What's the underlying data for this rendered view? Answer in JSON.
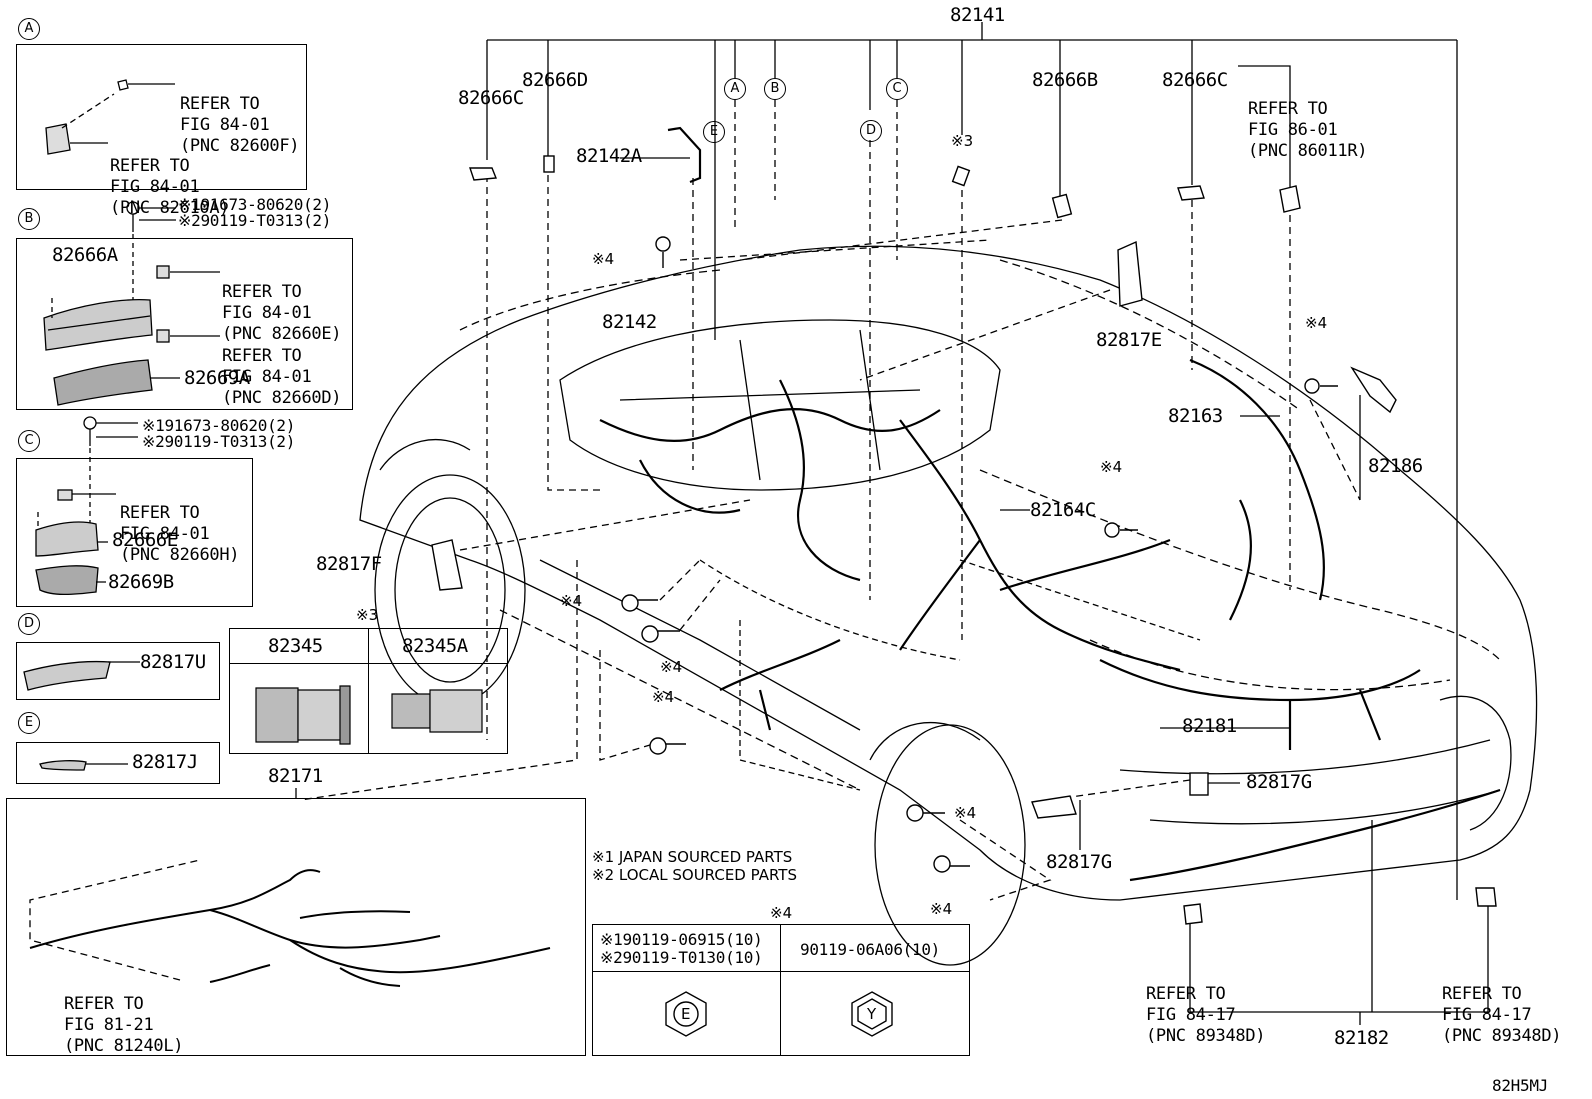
{
  "labels": {
    "main_harness": "82141",
    "p82666C_top": "82666C",
    "p82666D": "82666D",
    "p82142A": "82142A",
    "p82666B": "82666B",
    "p82666C_right": "82666C",
    "p82142": "82142",
    "p82817E": "82817E",
    "p82163": "82163",
    "p82186": "82186",
    "p82164C": "82164C",
    "p82817F": "82817F",
    "p82181": "82181",
    "p82817G_a": "82817G",
    "p82817G_b": "82817G",
    "p82171": "82171",
    "p82182": "82182",
    "diagram_code": "82H5MJ"
  },
  "markers": {
    "a": "A",
    "b": "B",
    "c": "C",
    "d": "D",
    "e": "E",
    "s3": "※3",
    "s4": "※4"
  },
  "refs": {
    "top_right": [
      "REFER TO",
      "FIG 86-01",
      "(PNC 86011R)"
    ],
    "bottom_left": [
      "REFER TO",
      "FIG 81-21",
      "(PNC 81240L)"
    ],
    "bottom_mid": [
      "REFER TO",
      "FIG 84-17",
      "(PNC 89348D)"
    ],
    "bottom_right": [
      "REFER TO",
      "FIG 84-17",
      "(PNC 89348D)"
    ]
  },
  "inset_a": {
    "tag": "A",
    "ref1": [
      "REFER TO",
      "FIG 84-01",
      "(PNC 82600F)"
    ],
    "ref2": [
      "REFER TO",
      "FIG 84-01",
      "(PNC 82610A)"
    ]
  },
  "inset_b": {
    "tag": "B",
    "bolt1": "※191673-80620(2)",
    "bolt2": "※290119-T0313(2)",
    "p1": "82666A",
    "p2": "82669A",
    "ref1": [
      "REFER TO",
      "FIG 84-01",
      "(PNC 82660E)"
    ],
    "ref2": [
      "REFER TO",
      "FIG 84-01",
      "(PNC 82660D)"
    ]
  },
  "inset_c": {
    "tag": "C",
    "bolt1": "※191673-80620(2)",
    "bolt2": "※290119-T0313(2)",
    "ref": [
      "REFER TO",
      "FIG 84-01",
      "(PNC 82660H)"
    ],
    "p1": "82666E",
    "p2": "82669B"
  },
  "inset_d": {
    "tag": "D",
    "p1": "82817U"
  },
  "inset_e": {
    "tag": "E",
    "p1": "82817J"
  },
  "fuse_table": {
    "note": "※3",
    "col1": "82345",
    "col2": "82345A"
  },
  "bolt_table": {
    "note": "※4",
    "col1_line1": "※190119-06915(10)",
    "col1_line2": "※290119-T0130(10)",
    "col2": "90119-06A06(10)",
    "mark1": "E",
    "mark2": "Y"
  },
  "legend": {
    "line1": "※1 JAPAN SOURCED PARTS",
    "line2": "※2 LOCAL SOURCED PARTS"
  }
}
